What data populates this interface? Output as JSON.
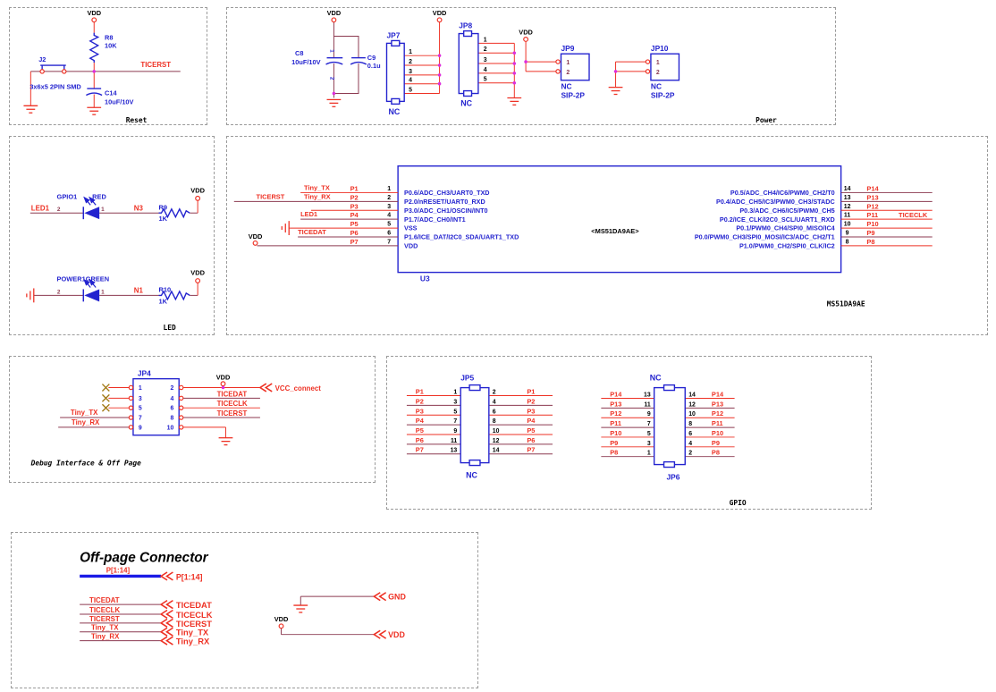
{
  "blocks": {
    "reset": {
      "title": "Reset",
      "vdd": "VDD",
      "r8_ref": "R8",
      "r8_val": "10K",
      "j2_ref": "J2",
      "j2_desc": "3x6x5 2PIN SMD",
      "c14_ref": "C14",
      "c14_val": "10uF/10V",
      "net_ticerst": "TICERST"
    },
    "power": {
      "title": "Power",
      "vdd1": "VDD",
      "vdd2": "VDD",
      "vdd3": "VDD",
      "c8_ref": "C8",
      "c8_val": "10uF/10V",
      "c8_pin1": "1",
      "c8_pin2": "2",
      "c9_ref": "C9",
      "c9_val": "0.1u",
      "jp7": {
        "ref": "JP7",
        "nc": "NC",
        "pins": [
          "1",
          "2",
          "3",
          "4",
          "5"
        ]
      },
      "jp8": {
        "ref": "JP8",
        "nc": "NC",
        "pins": [
          "1",
          "2",
          "3",
          "4",
          "5"
        ]
      },
      "jp9": {
        "ref": "JP9",
        "nc": "NC",
        "type": "SIP-2P",
        "pins": [
          "1",
          "2"
        ]
      },
      "jp10": {
        "ref": "JP10",
        "nc": "NC",
        "type": "SIP-2P",
        "pins": [
          "1",
          "2"
        ]
      }
    },
    "led": {
      "title": "LED",
      "rows": [
        {
          "net": "LED1",
          "ref": "GPIO1",
          "color": "RED",
          "p2": "2",
          "p1": "1",
          "mid": "N3",
          "r_ref": "R9",
          "r_val": "1K",
          "vdd": "VDD"
        },
        {
          "ref": "POWER1GREEN",
          "p2": "2",
          "p1": "1",
          "mid": "N1",
          "r_ref": "R10",
          "r_val": "1K",
          "vdd": "VDD"
        }
      ]
    },
    "mcu": {
      "title": "MS51DA9AE",
      "ref": "U3",
      "part": "<MS51DA9AE>",
      "vdd": "VDD",
      "left": [
        {
          "num": "1",
          "net": "P1",
          "sig": "Tiny_TX",
          "label": "P0.6/ADC_CH3/UART0_TXD"
        },
        {
          "num": "2",
          "net": "P2",
          "sig": "Tiny_RX",
          "sig2": "TICERST",
          "label": "P2.0/nRESET/UART0_RXD"
        },
        {
          "num": "3",
          "net": "P3",
          "label": "P3.0/ADC_CH1/OSCIN/INT0"
        },
        {
          "num": "4",
          "net": "P4",
          "sig": "LED1",
          "label": "P1.7/ADC_CH0/INT1"
        },
        {
          "num": "5",
          "net": "P5",
          "label": "VSS"
        },
        {
          "num": "6",
          "net": "P6",
          "sig": "TICEDAT",
          "label": "P1.6/ICE_DAT/I2C0_SDA/UART1_TXD"
        },
        {
          "num": "7",
          "net": "P7",
          "label": "VDD"
        }
      ],
      "right": [
        {
          "num": "14",
          "net": "P14",
          "label": "P0.5/ADC_CH4/IC6/PWM0_CH2/T0"
        },
        {
          "num": "13",
          "net": "P13",
          "label": "P0.4/ADC_CH5/IC3/PWM0_CH3/STADC"
        },
        {
          "num": "12",
          "net": "P12",
          "label": "P0.3/ADC_CH6/IC5/PWM0_CH5"
        },
        {
          "num": "11",
          "net": "P11",
          "sig": "TICECLK",
          "label": "P0.2/ICE_CLK/I2C0_SCL/UART1_RXD"
        },
        {
          "num": "10",
          "net": "P10",
          "label": "P0.1/PWM0_CH4/SPI0_MISO/IC4"
        },
        {
          "num": "9",
          "net": "P9",
          "label": "P0.0/PWM0_CH3/SPI0_MOSI/IC3/ADC_CH2/T1"
        },
        {
          "num": "8",
          "net": "P8",
          "label": "P1.0/PWM0_CH2/SPI0_CLK/IC2"
        }
      ]
    },
    "debug": {
      "title": "Debug Interface & Off Page",
      "ref": "JP4",
      "vdd": "VDD",
      "lnums": [
        "1",
        "3",
        "5",
        "7",
        "9"
      ],
      "rnums": [
        "2",
        "4",
        "6",
        "8",
        "10"
      ],
      "tx": "Tiny_TX",
      "rx": "Tiny_RX",
      "vcc": "VCC_connect",
      "dat": "TICEDAT",
      "clk": "TICECLK",
      "rst": "TICERST"
    },
    "gpio": {
      "title": "GPIO",
      "jp5": {
        "ref": "JP5",
        "nc": "NC",
        "rows": [
          {
            "l": "P1",
            "ln": "1",
            "rn": "2",
            "r": "P1"
          },
          {
            "l": "P2",
            "ln": "3",
            "rn": "4",
            "r": "P2"
          },
          {
            "l": "P3",
            "ln": "5",
            "rn": "6",
            "r": "P3"
          },
          {
            "l": "P4",
            "ln": "7",
            "rn": "8",
            "r": "P4"
          },
          {
            "l": "P5",
            "ln": "9",
            "rn": "10",
            "r": "P5"
          },
          {
            "l": "P6",
            "ln": "11",
            "rn": "12",
            "r": "P6"
          },
          {
            "l": "P7",
            "ln": "13",
            "rn": "14",
            "r": "P7"
          }
        ]
      },
      "jp6": {
        "ref": "JP6",
        "nc": "NC",
        "rows": [
          {
            "l": "P14",
            "ln": "13",
            "rn": "14",
            "r": "P14"
          },
          {
            "l": "P13",
            "ln": "11",
            "rn": "12",
            "r": "P13"
          },
          {
            "l": "P12",
            "ln": "9",
            "rn": "10",
            "r": "P12"
          },
          {
            "l": "P11",
            "ln": "7",
            "rn": "8",
            "r": "P11"
          },
          {
            "l": "P10",
            "ln": "5",
            "rn": "6",
            "r": "P10"
          },
          {
            "l": "P9",
            "ln": "3",
            "rn": "4",
            "r": "P9"
          },
          {
            "l": "P8",
            "ln": "1",
            "rn": "2",
            "r": "P8"
          }
        ]
      }
    },
    "offpage": {
      "title": "Off-page Connector",
      "bus": "P[1:14]",
      "bus_arrow": "P[1:14]",
      "rows": [
        {
          "l": "TICEDAT",
          "r": "TICEDAT"
        },
        {
          "l": "TICECLK",
          "r": "TICECLK"
        },
        {
          "l": "TICERST",
          "r": "TICERST"
        },
        {
          "l": "Tiny_TX",
          "r": "Tiny_TX"
        },
        {
          "l": "Tiny_RX",
          "r": "Tiny_RX"
        }
      ],
      "gnd": "GND",
      "vdd_sym": "VDD",
      "vdd_arrow": "VDD"
    }
  }
}
